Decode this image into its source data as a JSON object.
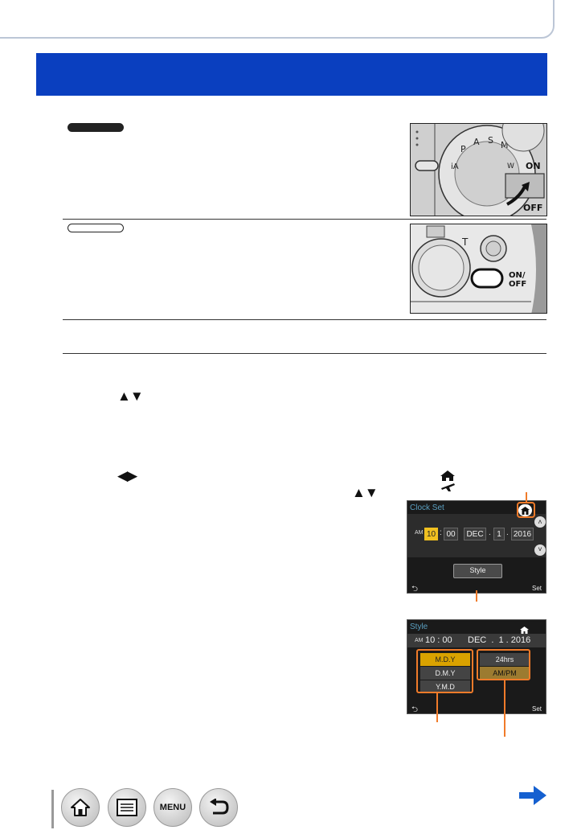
{
  "labels": {
    "clock_set_title": "Clock Set",
    "ampm_tag": "AM",
    "hour": "10",
    "minute": "00",
    "month": "DEC",
    "day": "1",
    "year": "2016",
    "style_button": "Style",
    "set_label": "Set",
    "style_title": "Style",
    "style_time": "10 : 00",
    "style_date": "DEC  .  1 . 2016",
    "date_formats": [
      "M.D.Y",
      "D.M.Y",
      "Y.M.D"
    ],
    "time_formats": [
      "24hrs",
      "AM/PM"
    ],
    "menu_label": "MENU",
    "onoff_label": "ON/\nOFF",
    "dial_on": "ON",
    "dial_off": "OFF"
  },
  "colors": {
    "title_band": "#0a3fbf",
    "callout": "#f07b2a",
    "highlight": "#f0c020",
    "next_arrow": "#1560d0"
  },
  "icons": {
    "up_down": "up-down-arrows-icon",
    "left_right": "left-right-arrows-icon",
    "home_travel": "home-travel-icon",
    "home": "home-icon",
    "contents": "list-icon",
    "menu": "menu-icon",
    "back": "back-icon",
    "next": "next-page-arrow-icon"
  }
}
